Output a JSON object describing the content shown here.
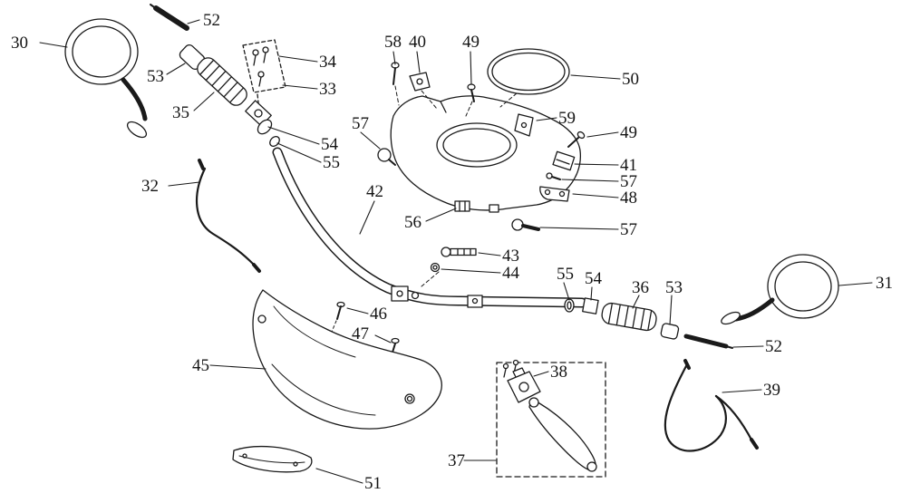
{
  "diagram": {
    "kind": "exploded-parts-diagram",
    "subject": "Handlebar assembly",
    "background_color": "#ffffff",
    "line_color": "#1a1a1a",
    "unique_part_numbers": [
      30,
      31,
      32,
      33,
      34,
      35,
      36,
      37,
      38,
      39,
      40,
      41,
      42,
      43,
      44,
      45,
      46,
      47,
      48,
      49,
      50,
      51,
      52,
      53,
      54,
      55,
      56,
      57,
      58,
      59
    ]
  },
  "labels": {
    "l30": "30",
    "l52a": "52",
    "l53a": "53",
    "l34": "34",
    "l33": "33",
    "l35": "35",
    "l54a": "54",
    "l55a": "55",
    "l58": "58",
    "l40": "40",
    "l49a": "49",
    "l50": "50",
    "l57a": "57",
    "l59": "59",
    "l49b": "49",
    "l41": "41",
    "l57b": "57",
    "l48": "48",
    "l57c": "57",
    "l32": "32",
    "l42": "42",
    "l56": "56",
    "l43": "43",
    "l44": "44",
    "l55b": "55",
    "l54b": "54",
    "l36": "36",
    "l53b": "53",
    "l31": "31",
    "l46": "46",
    "l47": "47",
    "l52b": "52",
    "l45": "45",
    "l38": "38",
    "l39": "39",
    "l37": "37",
    "l51": "51"
  }
}
